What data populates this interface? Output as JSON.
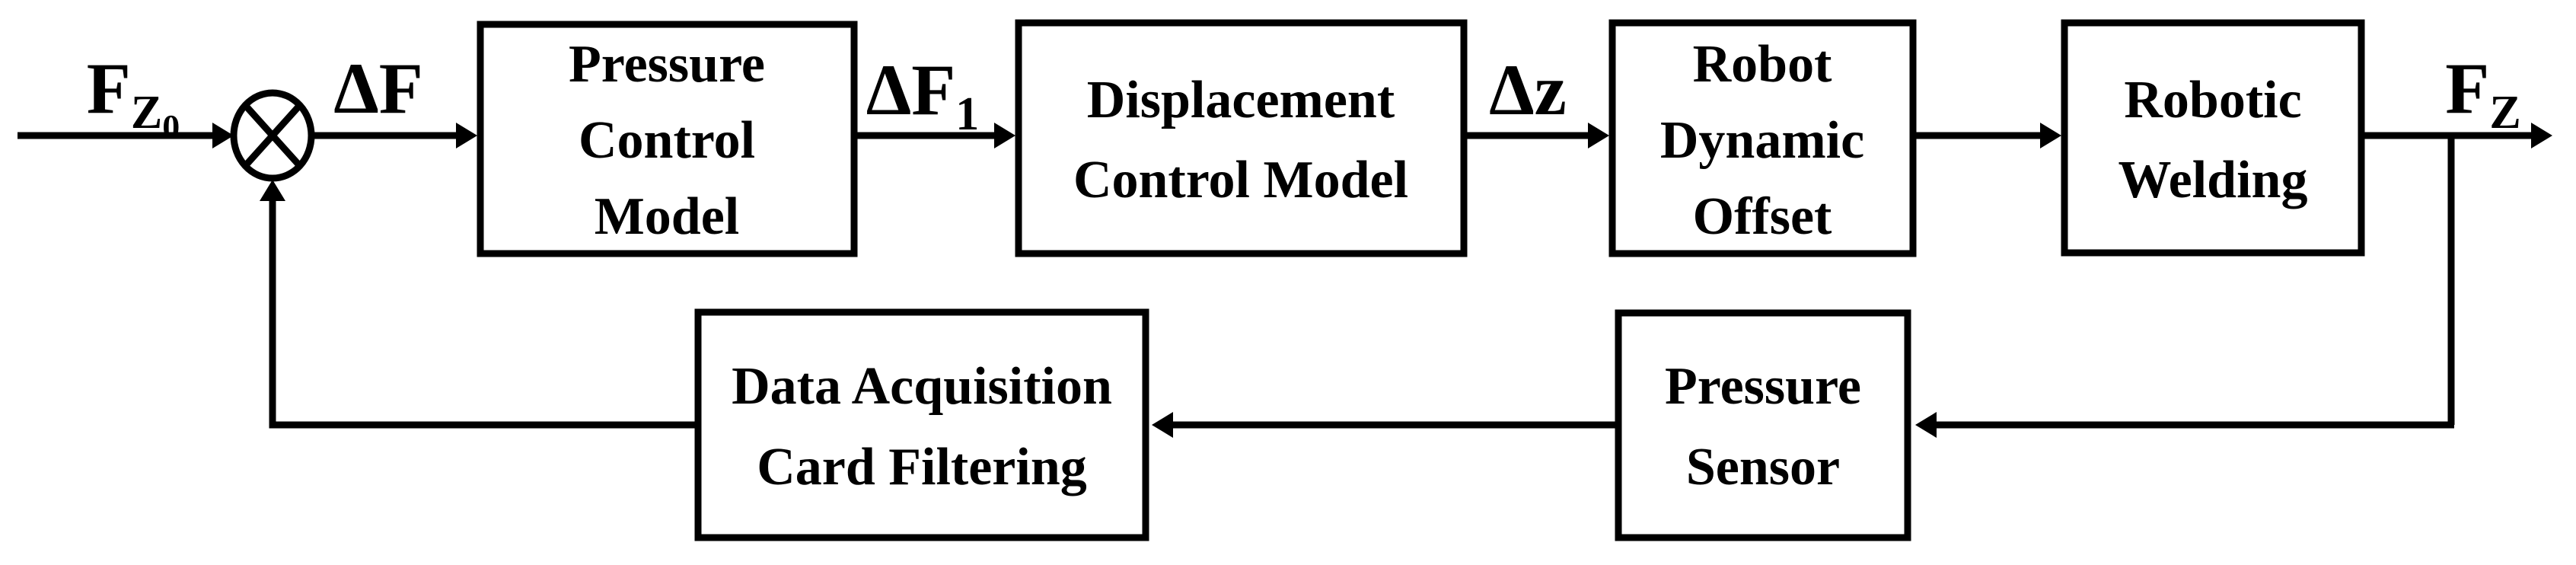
{
  "figure": {
    "type": "control-system-feedback-block-diagram",
    "background_color": "#ffffff",
    "line_color": "#000000"
  },
  "signals": {
    "input": {
      "main": "F",
      "sub": "Z",
      "subsub": "0"
    },
    "error": {
      "label": "ΔF"
    },
    "control_output": {
      "main": "ΔF",
      "sub": "1"
    },
    "displacement": {
      "label": "Δz"
    },
    "output": {
      "main": "F",
      "sub": "Z"
    }
  },
  "junction": {
    "symbol": "circle-with-cross",
    "meaning": "summing-junction"
  },
  "blocks": [
    {
      "id": "pressure-control-model",
      "lines": [
        "Pressure",
        "Control",
        "Model"
      ]
    },
    {
      "id": "displacement-control-model",
      "lines": [
        "Displacement",
        "Control Model"
      ]
    },
    {
      "id": "robot-dynamic-offset",
      "lines": [
        "Robot",
        "Dynamic",
        "Offset"
      ]
    },
    {
      "id": "robotic-welding",
      "lines": [
        "Robotic",
        "Welding"
      ]
    },
    {
      "id": "pressure-sensor",
      "lines": [
        "Pressure",
        "Sensor"
      ]
    },
    {
      "id": "data-acquisition-card-filtering",
      "lines": [
        "Data Acquisition",
        "Card Filtering"
      ]
    }
  ]
}
